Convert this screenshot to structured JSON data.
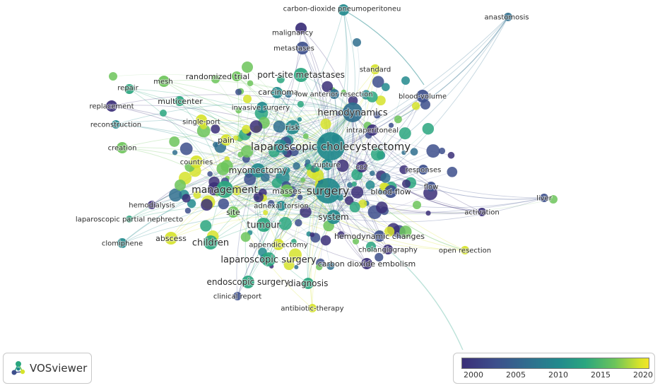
{
  "app_name": "VOSviewer",
  "legend": {
    "ticks": [
      "2000",
      "2005",
      "2010",
      "2015",
      "2020"
    ],
    "colors": [
      "#3b2f78",
      "#2f6f8e",
      "#228a8d",
      "#6cc45a",
      "#f3e527"
    ]
  },
  "terms": [
    "carbon-dioxide pneumoperitoneu",
    "anastomosis",
    "malignancy",
    "metastases",
    "standard",
    "randomized trial",
    "port-site metastases",
    "repair",
    "mesh",
    "carcinoma",
    "low anterior resection",
    "blood-volume",
    "replacement",
    "multicenter",
    "invasive surgery",
    "hemodynamics",
    "reconstruction",
    "single-port",
    "risk",
    "intraperitoneal",
    "pain",
    "creation",
    "laparoscopic cholecystectomy",
    "countries",
    "rupture",
    "co2",
    "responses",
    "myomectomy",
    "flow",
    "management",
    "masses",
    "surgery",
    "blood-flow",
    "liver",
    "hemodialysis",
    "adnexal torsion",
    "activation",
    "laparoscopic partial nephrecto",
    "site",
    "system",
    "tumour",
    "abscess",
    "hemodynamic changes",
    "children",
    "appendicectomy",
    "clomiphene",
    "cholangiography",
    "open resection",
    "laparoscopic surgery",
    "carbon dioxide embolism",
    "endoscopic surgery",
    "diagnosis",
    "clinical report",
    "antibiotic-therapy"
  ]
}
